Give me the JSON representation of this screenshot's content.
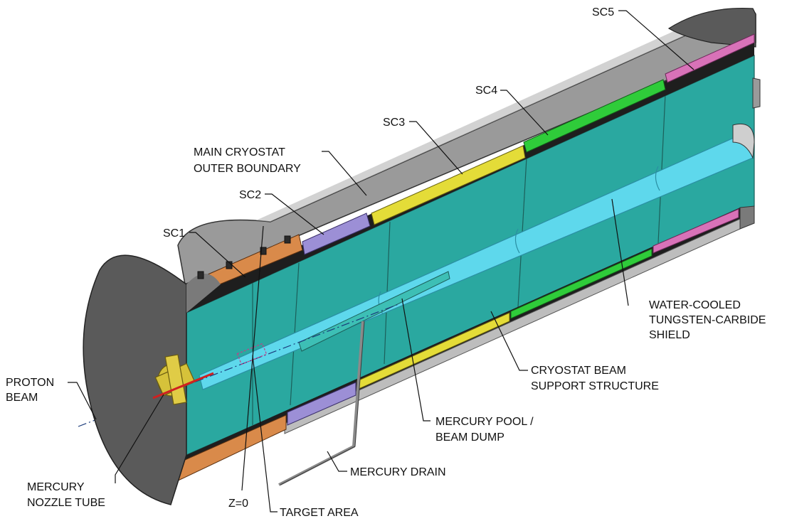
{
  "labels": {
    "sc1": "SC1",
    "sc2": "SC2",
    "sc3": "SC3",
    "sc4": "SC4",
    "sc5": "SC5",
    "main_cryostat_line1": "MAIN CRYOSTAT",
    "main_cryostat_line2": "OUTER BOUNDARY",
    "water_cooled_line1": "WATER-COOLED",
    "water_cooled_line2": "TUNGSTEN-CARBIDE",
    "water_cooled_line3": "SHIELD",
    "cryostat_support_line1": "CRYOSTAT BEAM",
    "cryostat_support_line2": "SUPPORT STRUCTURE",
    "mercury_pool_line1": "MERCURY POOL /",
    "mercury_pool_line2": "BEAM DUMP",
    "mercury_drain": "MERCURY DRAIN",
    "proton_beam_line1": "PROTON",
    "proton_beam_line2": "BEAM",
    "mercury_nozzle_line1": "MERCURY",
    "mercury_nozzle_line2": "NOZZLE TUBE",
    "z0": "Z=0",
    "target_area": "TARGET AREA"
  },
  "colors": {
    "cryostat_shell": "#8c8c8c",
    "end_cap": "#5a5a5a",
    "shield_teal": "#2aa8a0",
    "beam_bore": "#5ed8ec",
    "sc1_copper": "#d98a4a",
    "sc2_lavender": "#9c8fd6",
    "sc3_yellow": "#e4dc38",
    "sc4_green": "#2fcc3a",
    "sc5_pink": "#d872b8",
    "nozzle_brass": "#d6c23a",
    "support_black": "#1e1e1e"
  }
}
